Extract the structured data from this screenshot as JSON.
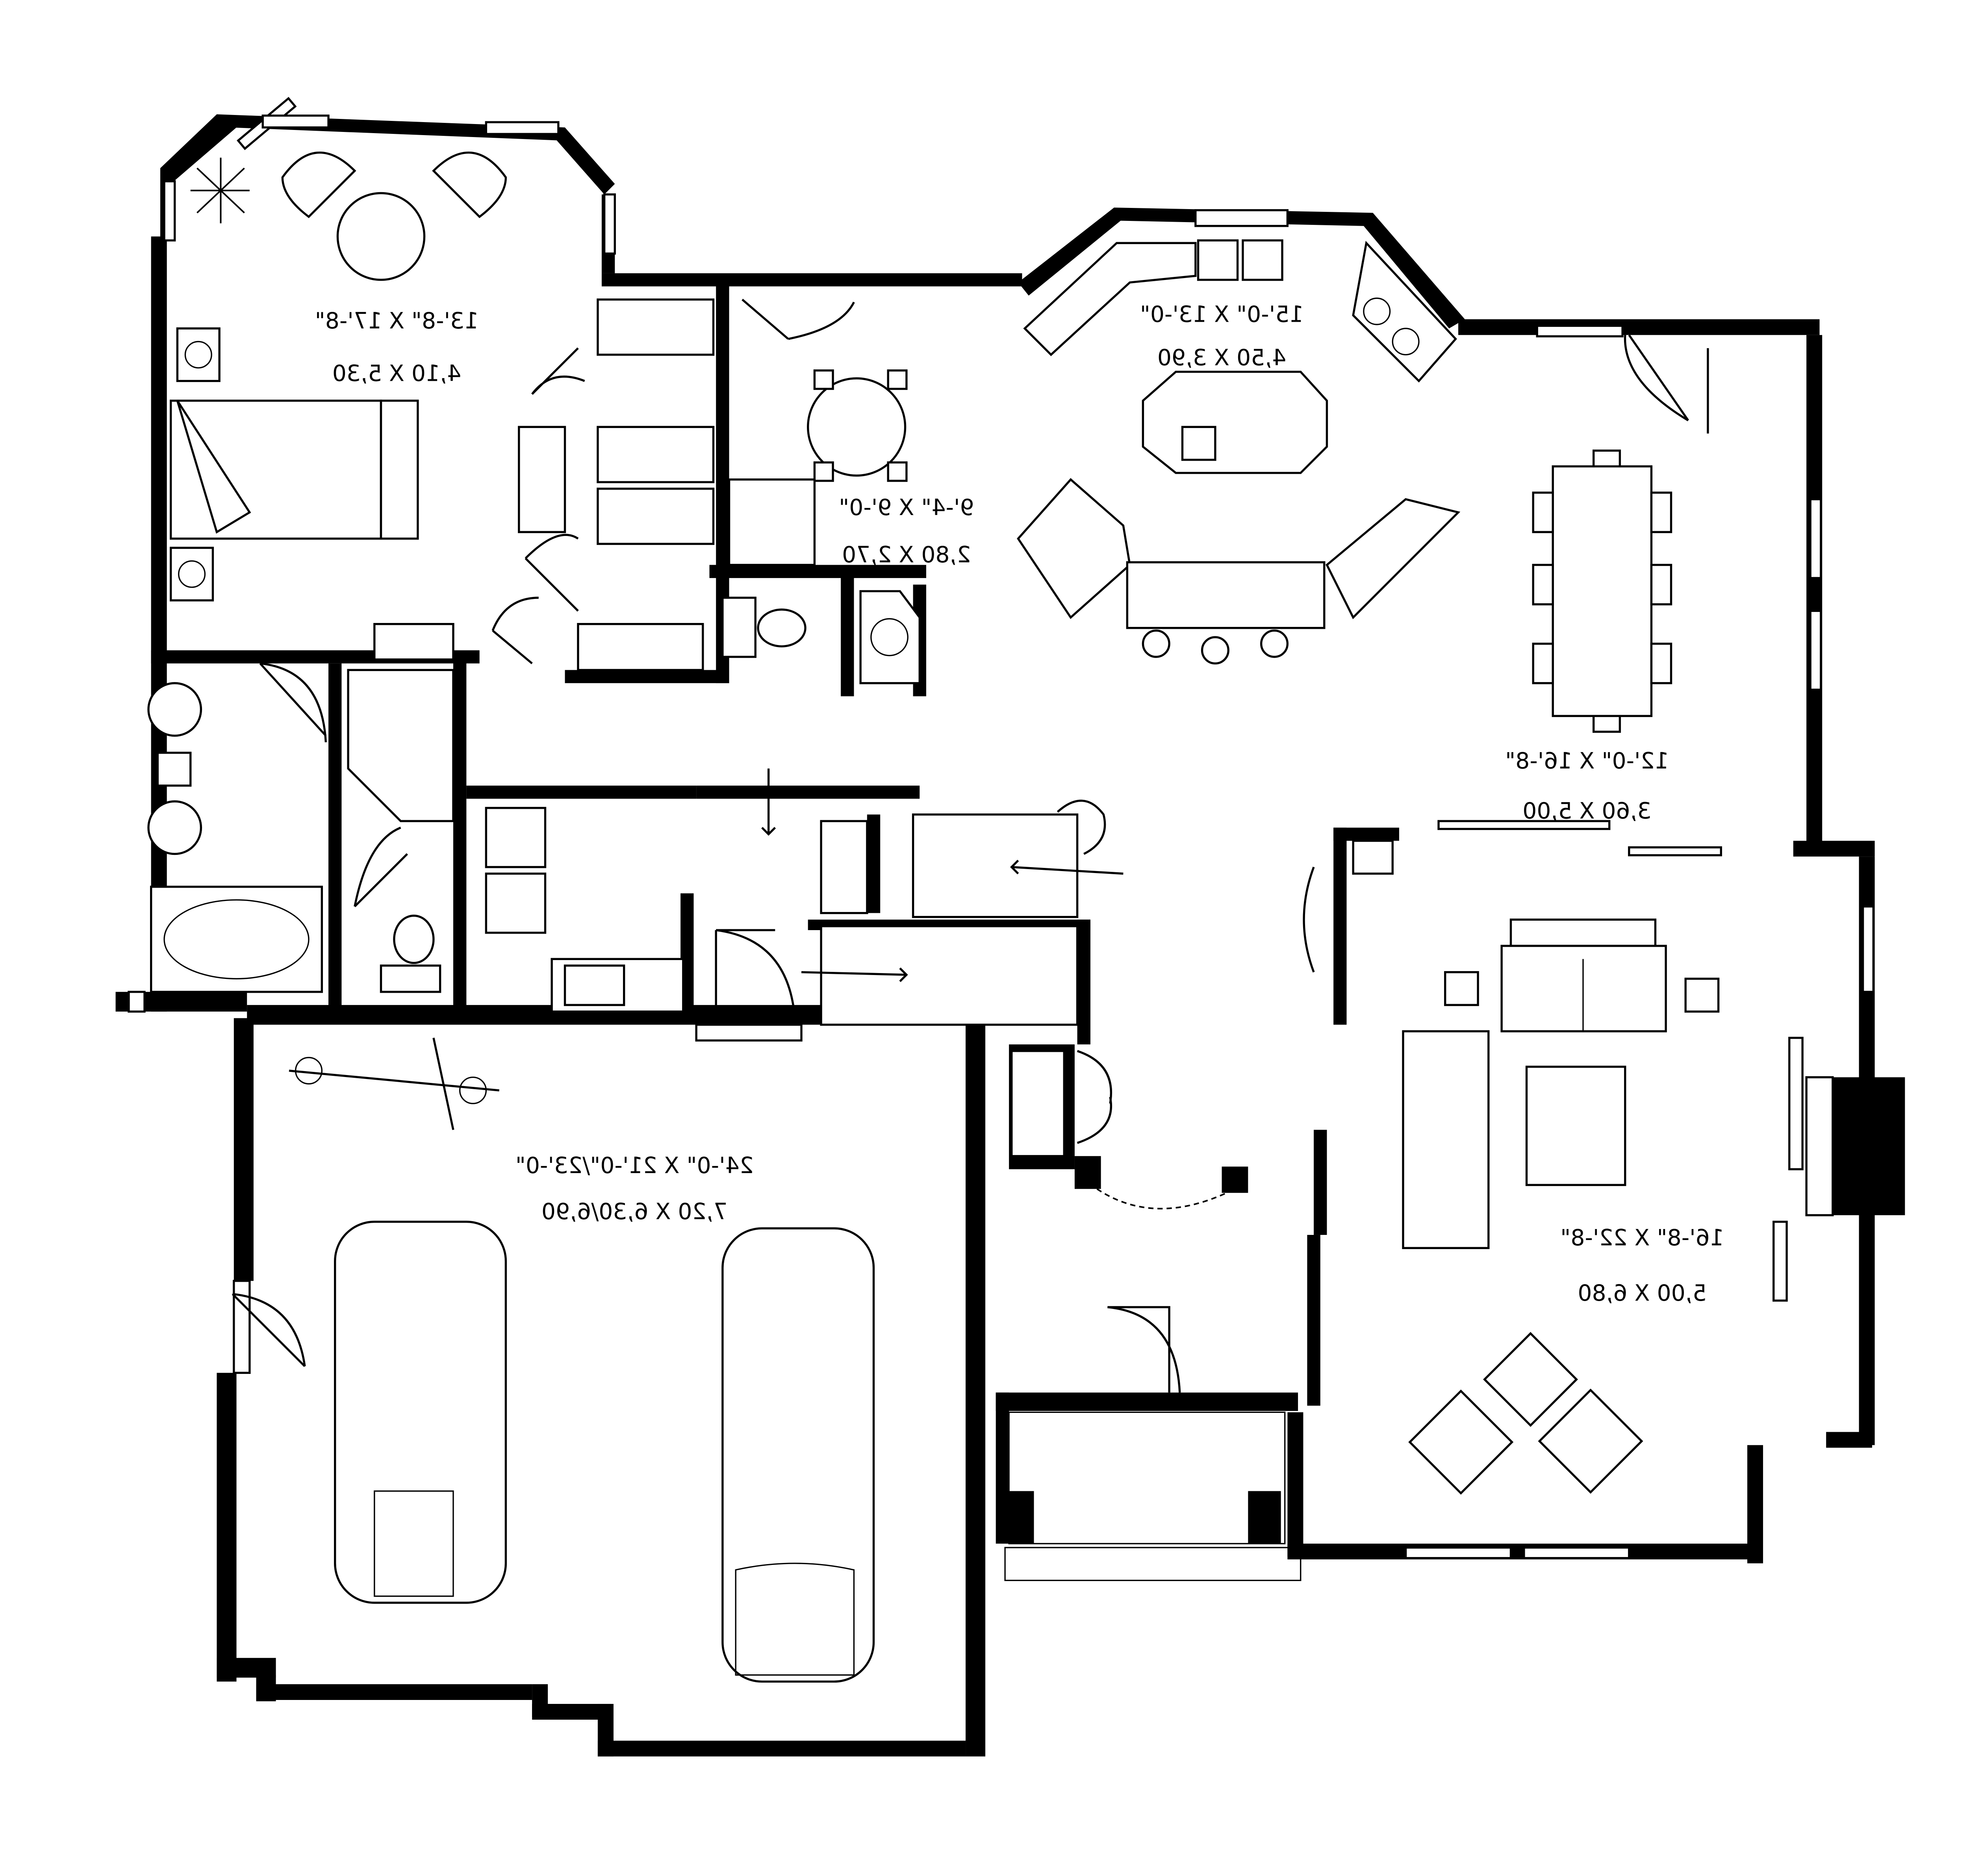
{
  "plan": {
    "orientation": "mirrored",
    "rooms": [
      {
        "id": "master-bedroom",
        "imperial": "13'-8\" X 17'-8\"",
        "metric": "4,10 X 5,30"
      },
      {
        "id": "kitchen",
        "imperial": "15'-0\" X 13'-0\"",
        "metric": "4,50 X 3,90"
      },
      {
        "id": "breakfast-nook",
        "imperial": "9'-4\" X 9'-0\"",
        "metric": "2,80 X 2,70"
      },
      {
        "id": "dining-room",
        "imperial": "12'-0\" X 16'-8\"",
        "metric": "3,60 X 5,00"
      },
      {
        "id": "garage",
        "imperial": "24'-0\" X 21'-0\"/23'-0\"",
        "metric": "7,20 X 6,30/6,90"
      },
      {
        "id": "living-room",
        "imperial": "16'-8\" X 22'-8\"",
        "metric": "5,00 X 6,80"
      }
    ],
    "line_color": "#000000",
    "background_color": "#ffffff"
  }
}
